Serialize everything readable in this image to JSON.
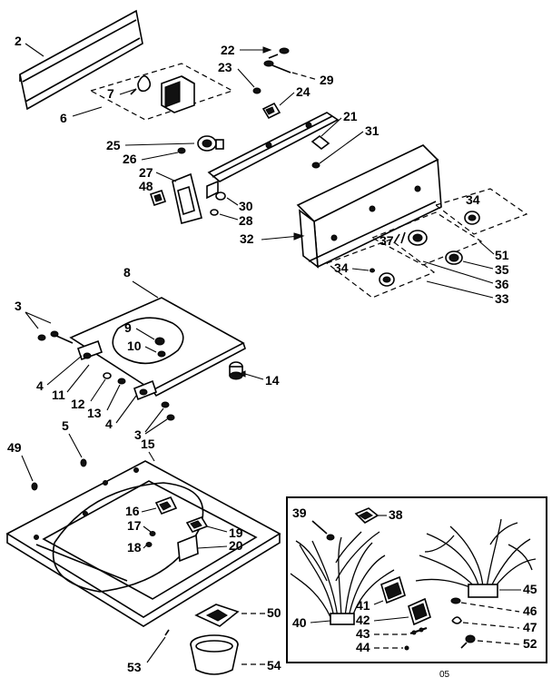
{
  "callouts": {
    "c2": "2",
    "c6": "6",
    "c7": "7",
    "c22": "22",
    "c23": "23",
    "c29": "29",
    "c24": "24",
    "c21": "21",
    "c31": "31",
    "c25": "25",
    "c26": "26",
    "c27": "27",
    "c48": "48",
    "c30": "30",
    "c28": "28",
    "c32": "32",
    "c34a": "34",
    "c51": "51",
    "c37": "37",
    "c35": "35",
    "c34b": "34",
    "c36": "36",
    "c33": "33",
    "c8": "8",
    "c3a": "3",
    "c9": "9",
    "c10": "10",
    "c4a": "4",
    "c11": "11",
    "c12": "12",
    "c13": "13",
    "c4b": "4",
    "c3b": "3",
    "c14": "14",
    "c5": "5",
    "c15": "15",
    "c49": "49",
    "c16": "16",
    "c17": "17",
    "c19": "19",
    "c18": "18",
    "c20": "20",
    "c50": "50",
    "c53": "53",
    "c54": "54",
    "c39": "39",
    "c38": "38",
    "c45": "45",
    "c41": "41",
    "c46": "46",
    "c42": "42",
    "c40": "40",
    "c43": "43",
    "c47": "47",
    "c44": "44",
    "c52": "52"
  },
  "footer_code": "05"
}
